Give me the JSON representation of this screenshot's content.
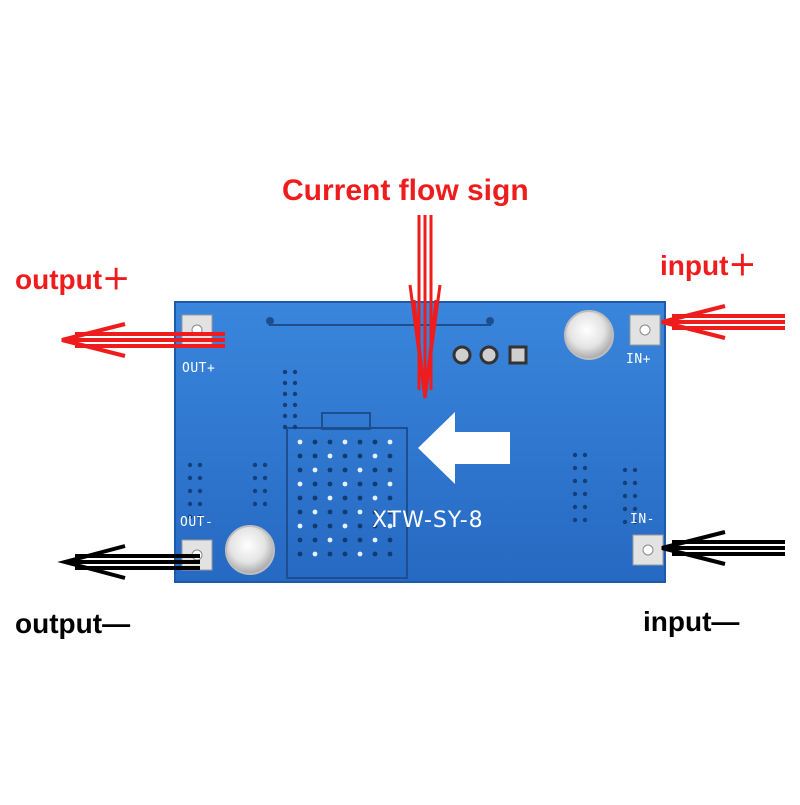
{
  "annotations": {
    "current_flow_label": "Current flow sign",
    "output_plus_label": "output＋",
    "input_plus_label": "input＋",
    "output_minus_label": "output—",
    "input_minus_label": "input—"
  },
  "board": {
    "model_label": "XTW-SY-8",
    "out_plus_label": "OUT+",
    "out_minus_label": "OUT-",
    "in_plus_label": "IN+",
    "in_minus_label": "IN-"
  },
  "colors": {
    "pcb_blue": "#2e78d2",
    "annotation_red": "#ee1c1c",
    "annotation_black": "#000000",
    "silkscreen": "#ffffff"
  }
}
